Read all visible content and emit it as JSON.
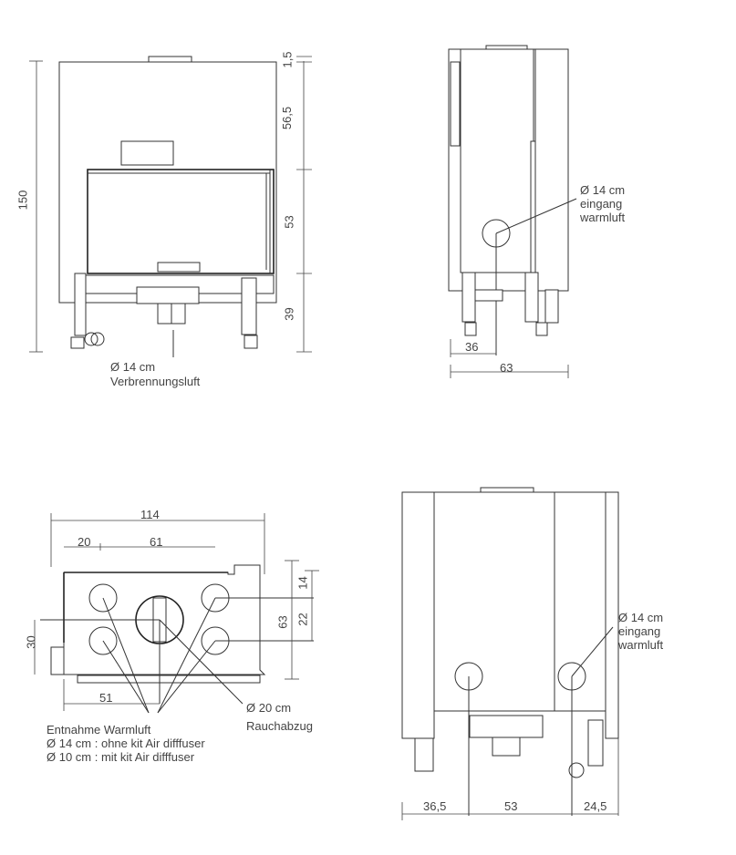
{
  "views": {
    "front": {
      "dims": {
        "total_height": "150",
        "top_gap": "1,5",
        "upper": "56,5",
        "glass": "53",
        "base": "39"
      },
      "callout": {
        "line1": "Ø 14 cm",
        "line2": "Verbrennungsluft"
      }
    },
    "side": {
      "dims": {
        "inlet_offset": "36",
        "depth": "63"
      },
      "callout": {
        "line1": "Ø 14 cm",
        "line2": "eingang",
        "line3": "warmluft"
      }
    },
    "top": {
      "dims": {
        "width": "114",
        "left_offset": "20",
        "span": "61",
        "depth": "63",
        "front_offset": "14",
        "hole_spacing": "22",
        "flue_depth": "30",
        "flue_offset": "51"
      },
      "callout_outlet": {
        "line1": "Entnahme Warmluft",
        "line2": "Ø 14 cm : ohne kit Air difffuser",
        "line3": "Ø 10 cm : mit kit Air difffuser"
      },
      "callout_flue": {
        "line1": "Ø 20 cm",
        "line2": "Rauchabzug"
      }
    },
    "back": {
      "dims": {
        "left": "36,5",
        "middle": "53",
        "right": "24,5"
      },
      "callout": {
        "line1": "Ø 14 cm",
        "line2": "eingang",
        "line3": "warmluft"
      }
    }
  }
}
